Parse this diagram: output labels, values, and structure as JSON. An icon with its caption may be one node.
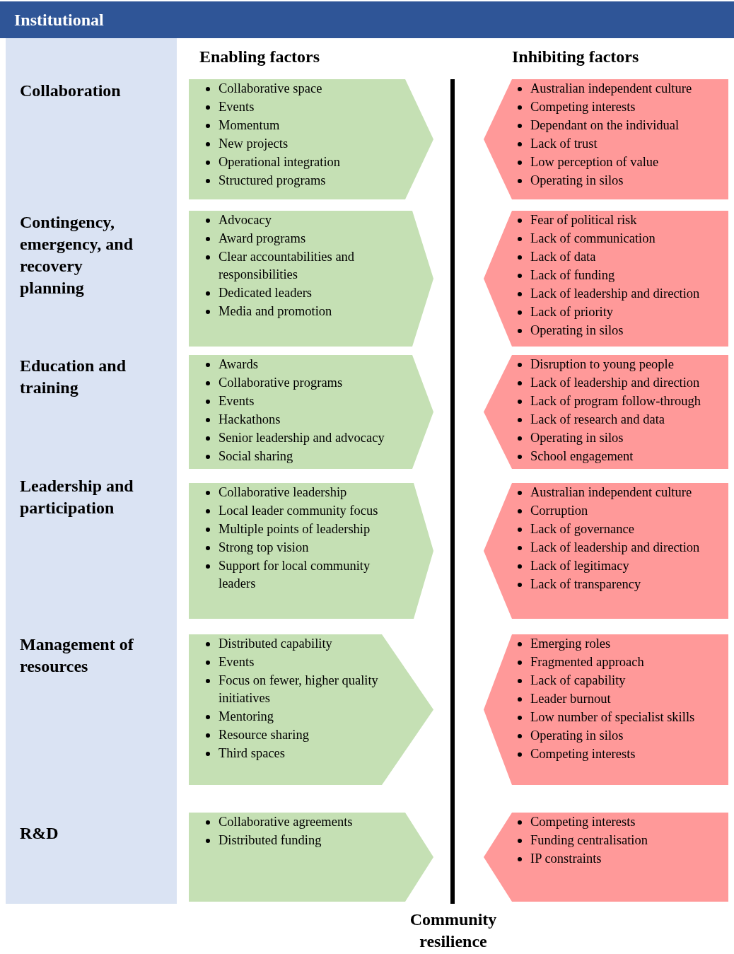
{
  "diagram": {
    "nodes": [
      {
        "text": [
          "Institutional"
        ]
      },
      {
        "text": [
          "Collaborative space",
          "Events",
          "Momentum",
          "New projects",
          "Operational integration",
          "Structured programs"
        ]
      },
      {
        "text": [
          "Australian independent culture",
          "Competing interests",
          "Dependant on the individual",
          "Lack of trust",
          "Low perception of value",
          "Operating in silos"
        ]
      },
      {
        "text": [
          "Advocacy",
          "Award programs",
          "Clear accountabilities and responsibilities",
          "Dedicated leaders",
          "Media and promotion"
        ]
      },
      {
        "text": [
          "Fear of political risk",
          "Lack of communication",
          "Lack of data",
          "Lack of funding",
          "Lack of leadership and direction",
          "Lack of priority",
          "Operating in silos"
        ]
      },
      {
        "text": [
          "Awards",
          "Collaborative programs",
          "Events",
          "Hackathons",
          "Senior leadership and advocacy",
          "Social sharing"
        ]
      },
      {
        "text": [
          "Disruption to young people",
          "Lack of leadership and direction",
          "Lack of program follow-through",
          "Lack of research and data",
          "Operating in silos",
          "School engagement"
        ]
      },
      {
        "text": [
          "Collaborative leadership",
          "Local leader community focus",
          "Multiple points of leadership",
          "Strong top vision",
          "Support for local community leaders"
        ]
      },
      {
        "text": [
          "Australian independent culture",
          "Corruption",
          "Lack of governance",
          "Lack of leadership and direction",
          "Lack of legitimacy",
          "Lack of transparency"
        ]
      },
      {
        "text": [
          "Distributed capability",
          "Events",
          "Focus on fewer, higher quality initiatives",
          "Mentoring",
          "Resource sharing",
          "Third spaces"
        ]
      },
      {
        "text": [
          "Emerging roles",
          "Fragmented approach",
          "Lack of capability",
          "Leader burnout",
          "Low number of specialist skills",
          "Operating in silos",
          "Competing interests"
        ]
      },
      {
        "text": [
          "Collaborative agreements",
          "Distributed funding"
        ]
      },
      {
        "text": [
          "Competing interests",
          "Funding centralisation",
          "IP constraints"
        ]
      }
    ],
    "labels": [
      "Enabling factors",
      "Inhibiting factors",
      "Collaboration",
      "Contingency, emergency, and recovery planning",
      "Education and training",
      "Leadership and participation",
      "Management of resources",
      "R&D",
      "Community resilience"
    ]
  }
}
